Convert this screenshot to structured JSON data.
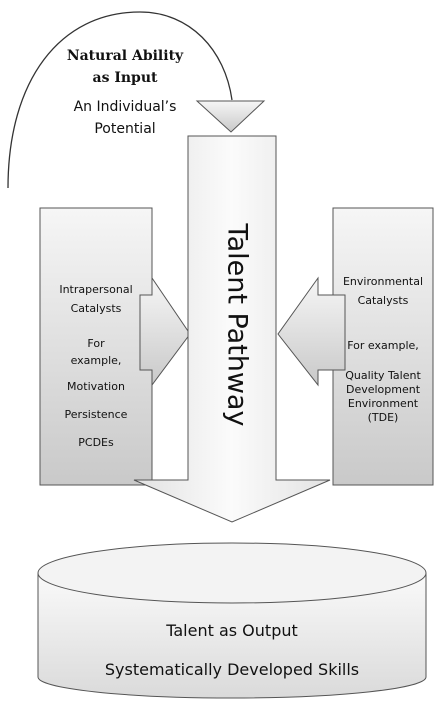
{
  "input": {
    "title_line1": "Natural Ability",
    "title_line2": "as Input",
    "subtitle_line1": "An Individual’s",
    "subtitle_line2": "Potential"
  },
  "pathway_label": "Talent Pathway",
  "left_box": {
    "title_line1": "Intrapersonal",
    "title_line2": "Catalysts",
    "example_line1": "For",
    "example_line2": "example,",
    "items": [
      "Motivation",
      "Persistence",
      "PCDEs"
    ]
  },
  "right_box": {
    "title_line1": "Environmental",
    "title_line2": "Catalysts",
    "example": "For example,",
    "item_line1": "Quality Talent",
    "item_line2": "Development",
    "item_line3": "Environment",
    "item_line4": "(TDE)"
  },
  "output": {
    "line1": "Talent as Output",
    "line2": "Systematically Developed Skills"
  },
  "colors": {
    "shape_fill_light": "#f4f4f4",
    "shape_fill_dark": "#cfcfcf",
    "stroke": "#555555"
  }
}
